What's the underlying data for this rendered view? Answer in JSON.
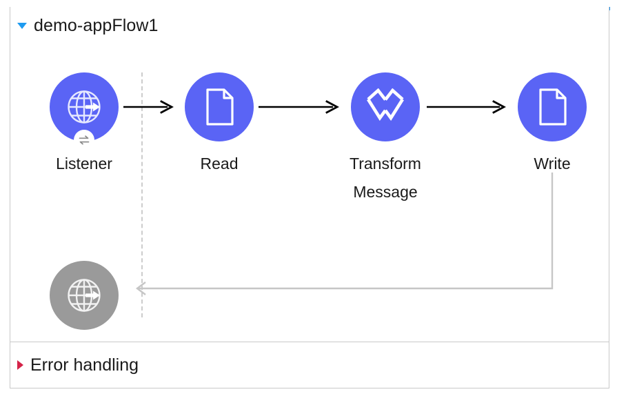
{
  "flow": {
    "title": "demo-appFlow1",
    "expanded_icon": "triangle-down-icon",
    "accent_color": "#2196f3",
    "node_color": "#5a64f5",
    "disabled_node_color": "#9a9a9a"
  },
  "nodes": [
    {
      "id": "listener",
      "label": "Listener",
      "icon": "globe-arrow-icon",
      "badge_icon": "exchange-arrows-icon",
      "state": "active"
    },
    {
      "id": "read",
      "label": "Read",
      "icon": "document-icon",
      "state": "active"
    },
    {
      "id": "transform-message",
      "label": "Transform\nMessage",
      "icon": "dataweave-icon",
      "state": "active"
    },
    {
      "id": "write",
      "label": "Write",
      "icon": "document-icon",
      "state": "active"
    },
    {
      "id": "listener-response",
      "label": "",
      "icon": "globe-arrow-icon",
      "state": "disabled"
    }
  ],
  "connectors": [
    {
      "id": "listener-to-read",
      "style": "solid-black-arrow"
    },
    {
      "id": "read-to-transform",
      "style": "solid-black-arrow"
    },
    {
      "id": "transform-to-write",
      "style": "solid-black-arrow"
    },
    {
      "id": "write-to-response",
      "style": "gray-return-arrow"
    }
  ],
  "error_section": {
    "title": "Error handling",
    "collapsed_icon": "triangle-right-icon",
    "accent_color": "#d42348"
  }
}
